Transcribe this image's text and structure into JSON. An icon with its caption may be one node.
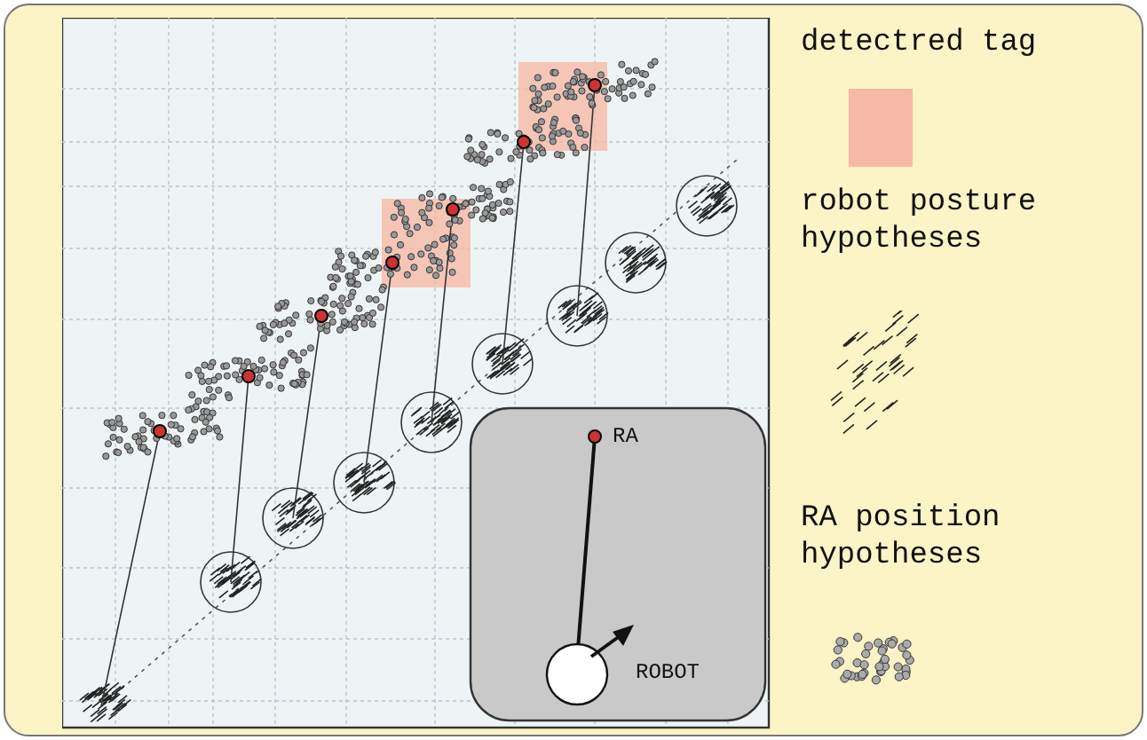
{
  "diagram": {
    "labels": [
      "RA",
      "ROBOT"
    ],
    "legend": [
      {
        "text": "detectred tag",
        "color": "#f6b9a6"
      },
      {
        "text": "robot posture hypotheses"
      },
      {
        "text": "RA position hypotheses"
      }
    ]
  }
}
